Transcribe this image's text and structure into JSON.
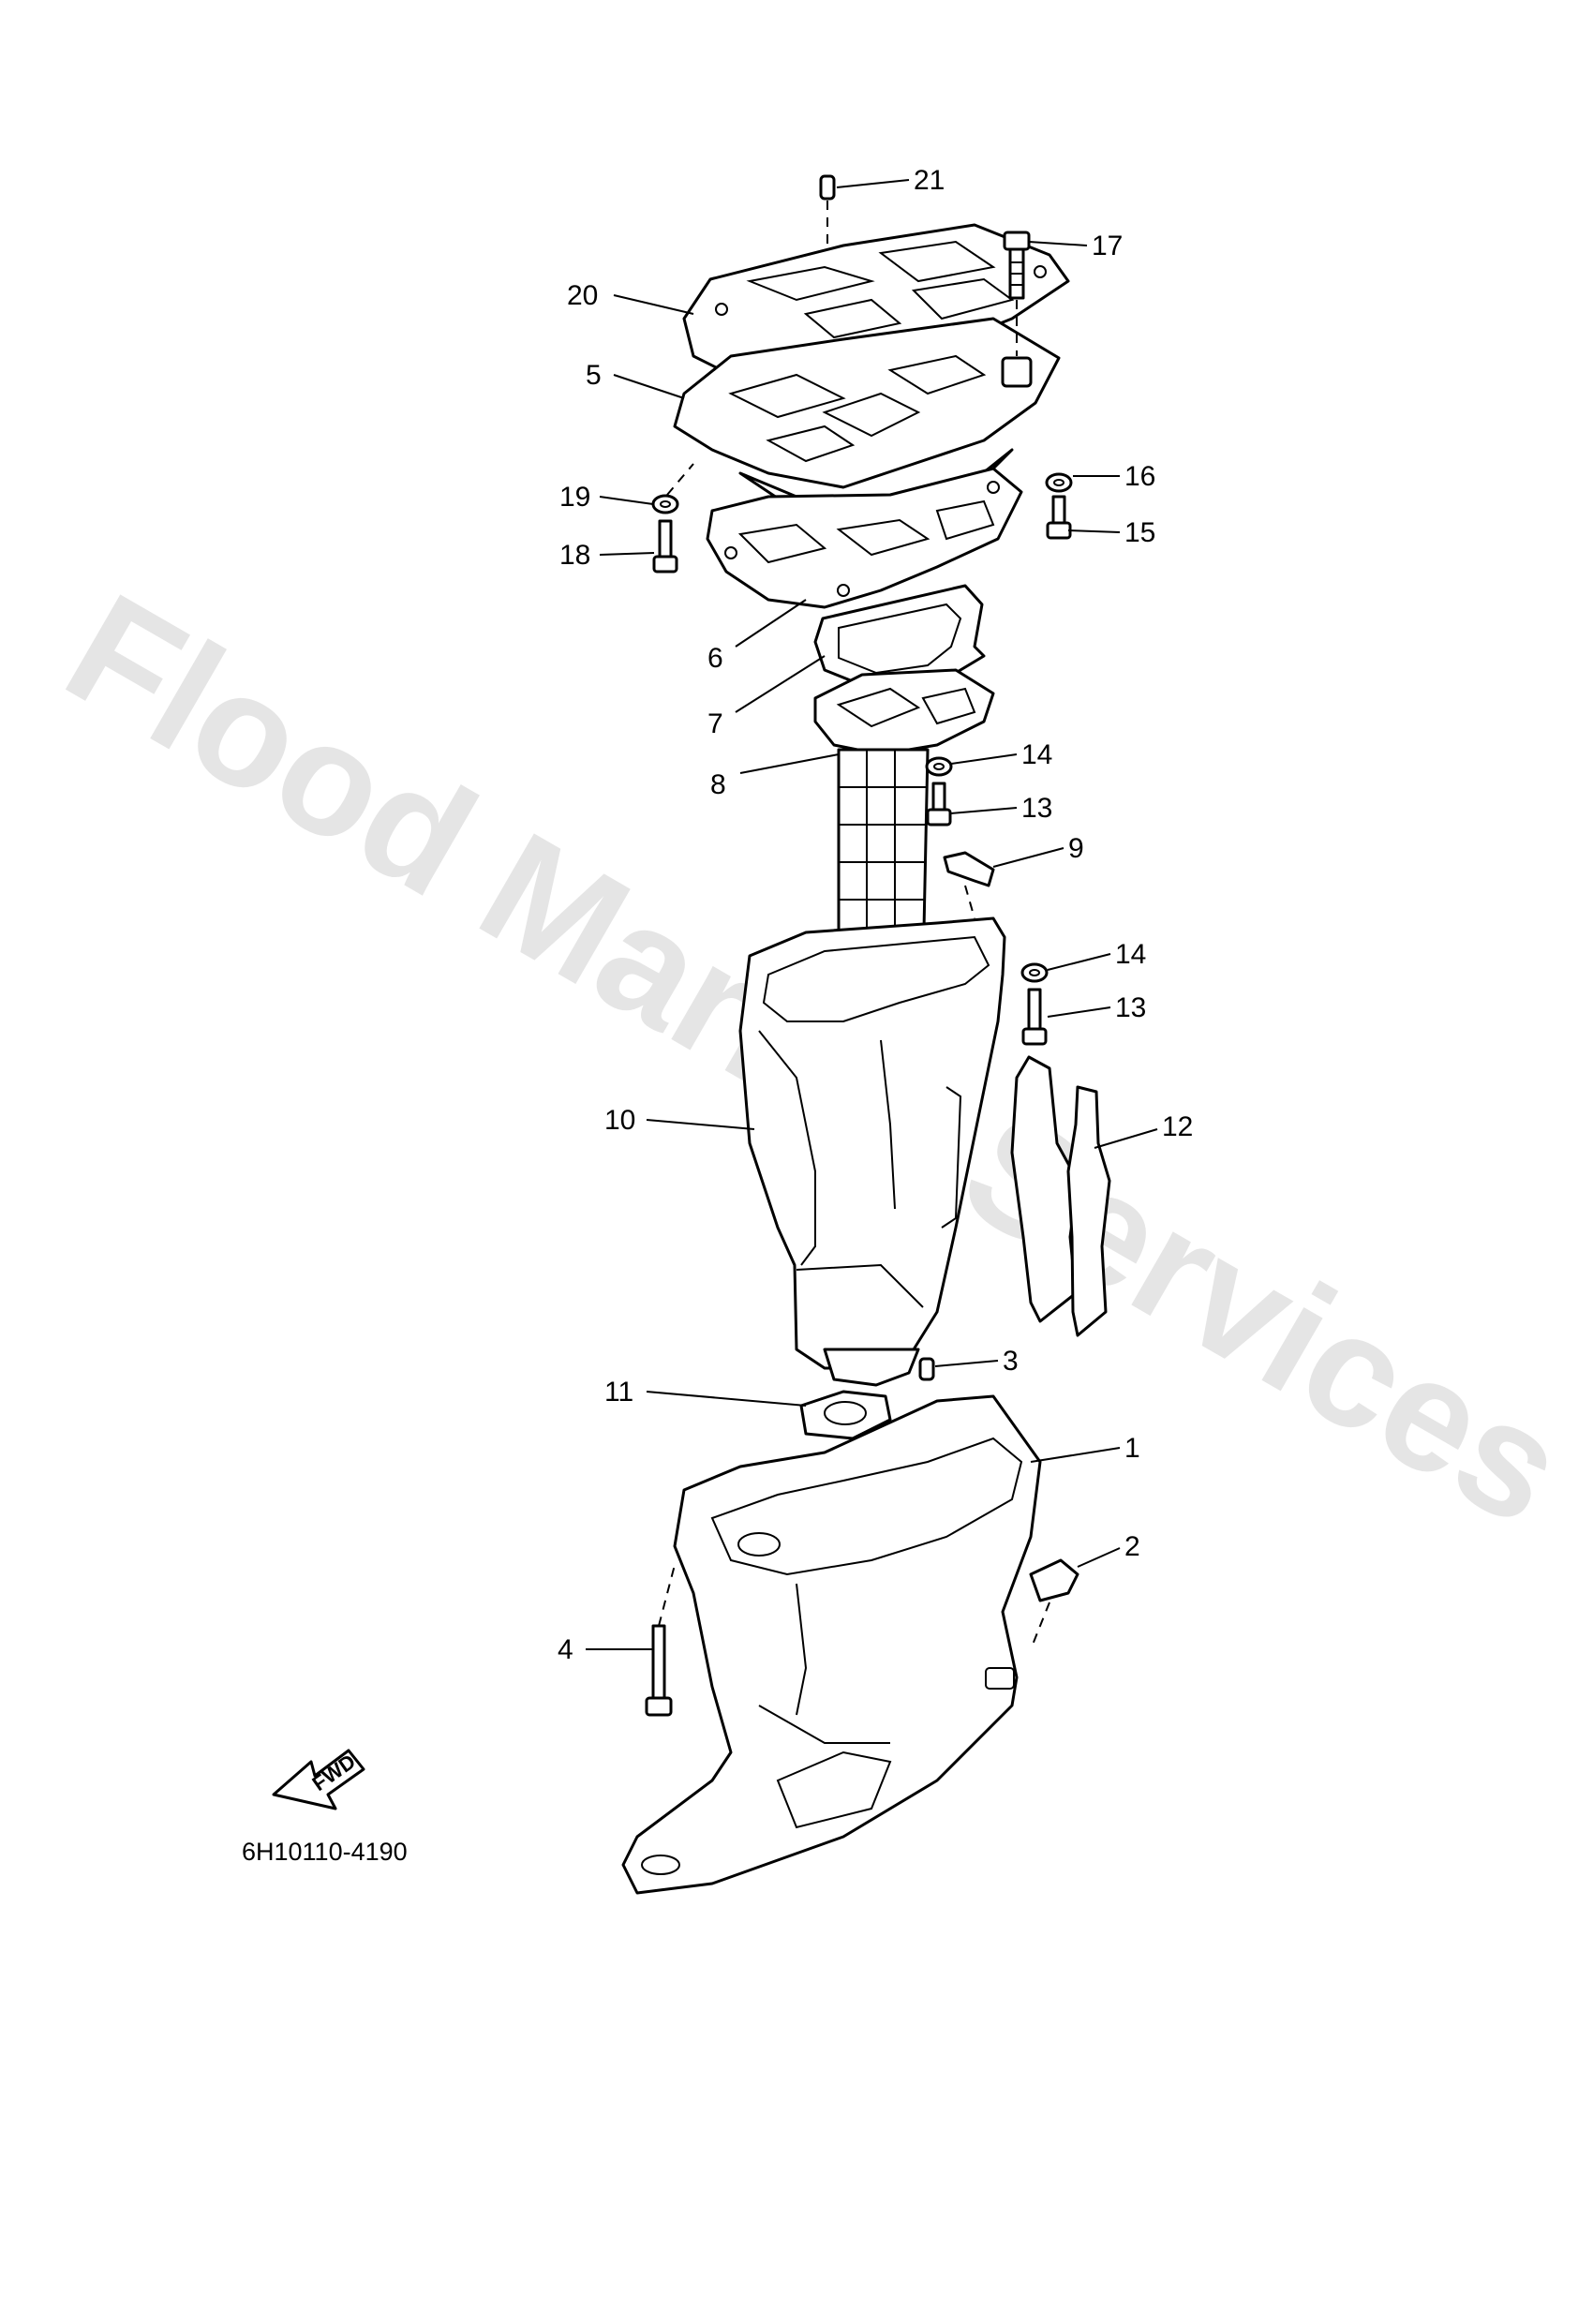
{
  "watermark": "Flood Marine Services",
  "part_code": "6H10110-4190",
  "fwd_label": "FWD",
  "callouts": {
    "c1": "1",
    "c2": "2",
    "c3": "3",
    "c4": "4",
    "c5": "5",
    "c6": "6",
    "c7": "7",
    "c8": "8",
    "c9": "9",
    "c10": "10",
    "c11": "11",
    "c12": "12",
    "c13a": "13",
    "c13b": "13",
    "c14a": "14",
    "c14b": "14",
    "c15": "15",
    "c16": "16",
    "c17": "17",
    "c18": "18",
    "c19": "19",
    "c20": "20",
    "c21": "21"
  }
}
